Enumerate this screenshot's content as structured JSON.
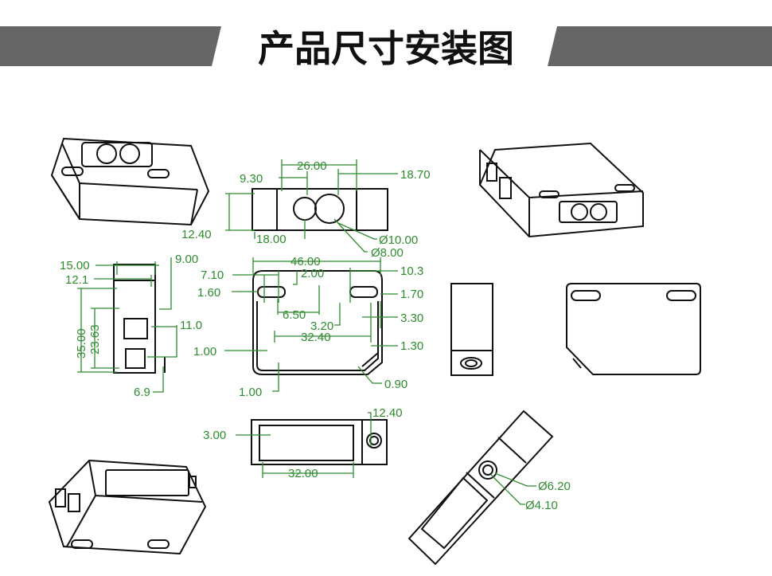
{
  "header": {
    "title": "产品尺寸安装图",
    "banner_color": "#666666",
    "title_color": "#111111"
  },
  "colors": {
    "dimension_green": "#2e8b2e",
    "outline_black": "#111111"
  },
  "front_view": {
    "width": "26.00",
    "offset_left": "9.30",
    "offset_right": "18.70",
    "height": "12.40",
    "lens_spacing": "18.00",
    "lens_large_dia": "Ø10.00",
    "lens_small_dia": "Ø8.00"
  },
  "side_view": {
    "top_width": "15.00",
    "inner_width": "12.1",
    "top_right": "9.00",
    "height": "35.00",
    "window_height": "23.63",
    "window_width": "11.0",
    "bottom_offset": "6.9"
  },
  "main_view": {
    "overall_width": "46.00",
    "slot_left": "7.10",
    "slot_gap": "2.00",
    "slot_right_offset": "10.3",
    "slot_height": "1.60",
    "slot_height_right": "1.70",
    "slot_length": "6.50",
    "slot_width": "3.20",
    "slot_spacing": "32.40",
    "right_offset": "3.30",
    "edge_left": "1.00",
    "edge_right": "1.30",
    "edge_bottom": "1.00",
    "corner_chamfer": "0.90"
  },
  "bottom_view": {
    "edge": "3.00",
    "hole_offset": "12.40",
    "length": "32.00"
  },
  "connector": {
    "outer_dia": "Ø6.20",
    "inner_dia": "Ø4.10"
  }
}
